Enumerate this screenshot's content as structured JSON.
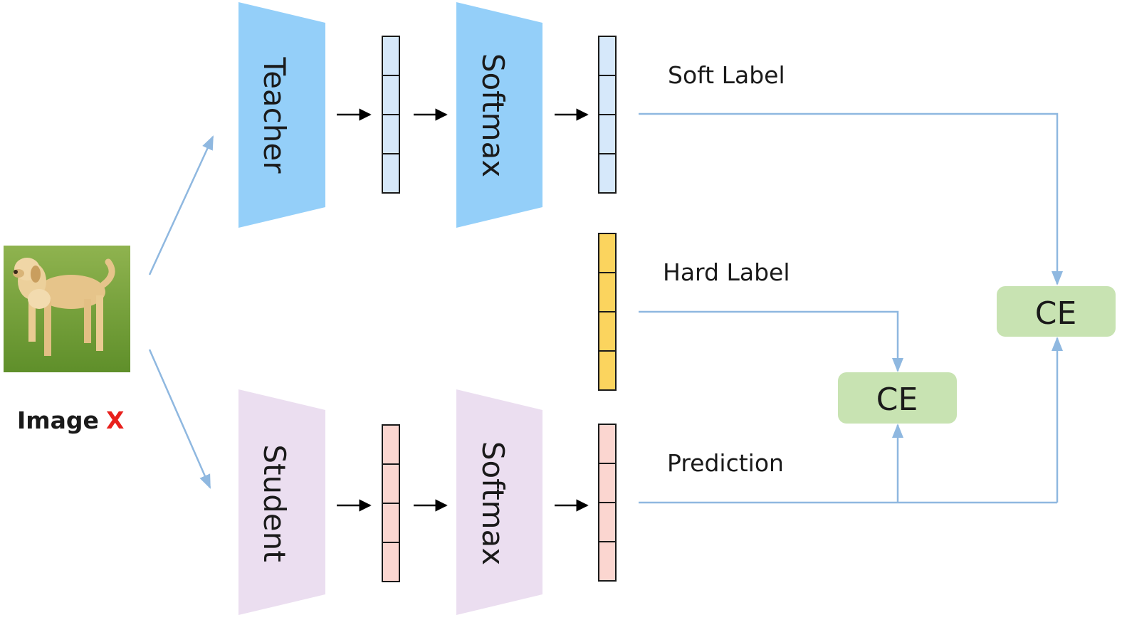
{
  "image_caption": {
    "prefix": "Image",
    "var": "X",
    "var_color": "#e8201c"
  },
  "teacher": {
    "label": "Teacher",
    "color": "#94cff9"
  },
  "student": {
    "label": "Student",
    "color": "#ebdef0"
  },
  "softmax_label": "Softmax",
  "soft_label": "Soft Label",
  "hard_label": "Hard Label",
  "prediction": "Prediction",
  "ce_left": "CE",
  "ce_right": "CE",
  "colors": {
    "soft_vector": "#d6e8fa",
    "hard_vector": "#fbd45e",
    "student_vector": "#fbd6d0",
    "ce_box": "#c8e3b2",
    "connector": "#8fb8e0"
  },
  "icons": {
    "input_image": "dog-photo"
  }
}
